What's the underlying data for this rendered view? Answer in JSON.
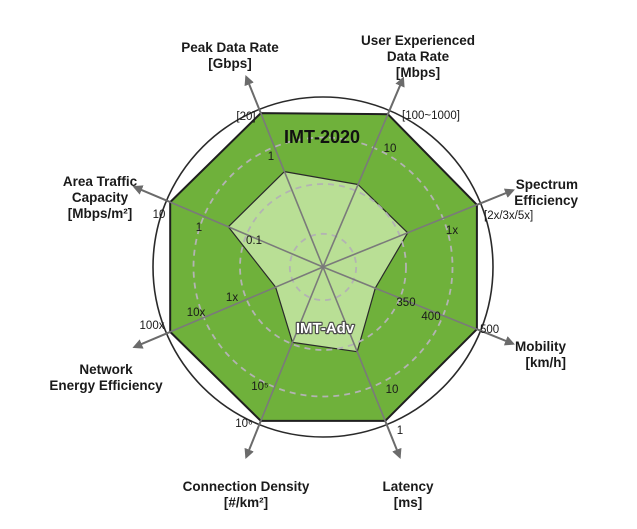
{
  "chart_data": {
    "type": "radar",
    "title": "",
    "axes": [
      {
        "name": "peak-data-rate",
        "label_lines": [
          "Peak Data Rate",
          "[Gbps]"
        ],
        "outer_label": "[20]",
        "inner_label": "1",
        "mid_label": ""
      },
      {
        "name": "user-experienced-data-rate",
        "label_lines": [
          "User Experienced",
          "Data Rate",
          "[Mbps]"
        ],
        "outer_label": "[100~1000]",
        "inner_label": "10",
        "mid_label": ""
      },
      {
        "name": "spectrum-efficiency",
        "label_lines": [
          "Spectrum",
          "Efficiency"
        ],
        "outer_label": "[2x/3x/5x]",
        "inner_label": "1x",
        "mid_label": ""
      },
      {
        "name": "mobility",
        "label_lines": [
          "Mobility",
          "[km/h]"
        ],
        "outer_label": "500",
        "inner_label": "350",
        "mid_label": "400"
      },
      {
        "name": "latency",
        "label_lines": [
          "Latency",
          "[ms]"
        ],
        "outer_label": "1",
        "inner_label": "10",
        "mid_label": ""
      },
      {
        "name": "connection-density",
        "label_lines": [
          "Connection Density",
          "[#/km²]"
        ],
        "outer_label": "10⁶",
        "inner_label": "10⁵",
        "mid_label": ""
      },
      {
        "name": "network-energy-efficiency",
        "label_lines": [
          "Network",
          "Energy Efficiency"
        ],
        "outer_label": "100x",
        "inner_label": "1x",
        "mid_label": "10x"
      },
      {
        "name": "area-traffic-capacity",
        "label_lines": [
          "Area Traffic",
          "Capacity",
          "[Mbps/m²]"
        ],
        "outer_label": "10",
        "inner_label": "0.1",
        "mid_label": "1"
      }
    ],
    "series": [
      {
        "name": "IMT-2020",
        "values": [
          1,
          1,
          1,
          1,
          1,
          1,
          1,
          1
        ],
        "color": "#6fb13b"
      },
      {
        "name": "IMT-Adv",
        "values": [
          0.62,
          0.54,
          0.55,
          0.34,
          0.55,
          0.49,
          0.31,
          0.62
        ],
        "color": "#b9df95"
      }
    ],
    "range": [
      0,
      1
    ],
    "grid": true,
    "colors": {
      "outer_fill": "#6fb13b",
      "inner_fill": "#b9df95",
      "spoke": "#7a7a7a",
      "ring": "#b3b3b3",
      "arrow": "#6b6b6b",
      "circle": "#2a2a2a"
    }
  }
}
